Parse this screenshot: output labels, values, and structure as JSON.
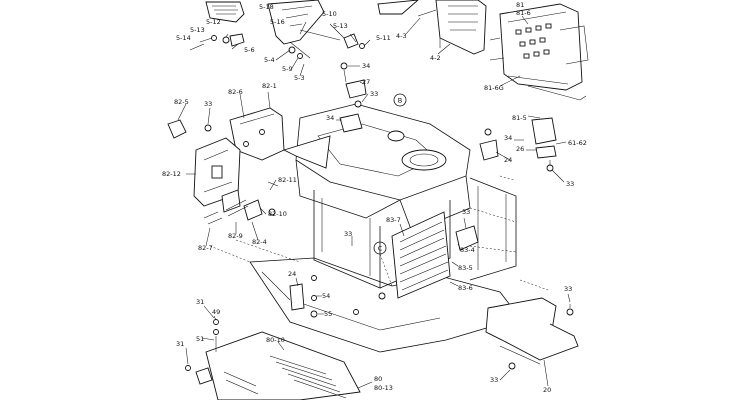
{
  "callouts": {
    "c5_18": "5-18",
    "c5_16": "5-16",
    "c5_12": "5-12",
    "c5_13a": "5-13",
    "c5_14": "5-14",
    "c5_6": "5-6",
    "c5_10": "5-10",
    "c5_13b": "5-13",
    "c5_11": "5-11",
    "c5_4": "5-4",
    "c5_9": "5-9",
    "c5_3": "5-3",
    "c4_3": "4-3",
    "c4_2": "4-2",
    "c81": "81",
    "c81_6": "81-6",
    "c81_6g": "81-6G",
    "c81_5": "81-5",
    "c34a": "34",
    "c27": "27",
    "c33a": "33",
    "c34b": "34",
    "cB": "B",
    "c82_6": "82-6",
    "c82_1": "82-1",
    "c82_5": "82-5",
    "c33b": "33",
    "c82_12": "82-12",
    "c82_11": "82-11",
    "c82_10": "82-10",
    "c82_9": "82-9",
    "c82_7": "82-7",
    "c82_4": "82-4",
    "c34c": "34",
    "c26": "26",
    "c61_62": "61-62",
    "c24a": "24",
    "c33c": "33",
    "c83_7": "83-7",
    "c33d": "33",
    "c83_4": "83-4",
    "c83_5": "83-5",
    "c83_6": "83-6",
    "c33e": "33",
    "cC": "C",
    "c24b": "24",
    "c54": "54",
    "c55": "55",
    "c31a": "31",
    "c49": "49",
    "c51": "51",
    "c31b": "31",
    "c80_10": "80-10",
    "c80": "80",
    "c80_13": "80-13",
    "c33f": "33",
    "c33g": "33",
    "c20": "20"
  }
}
